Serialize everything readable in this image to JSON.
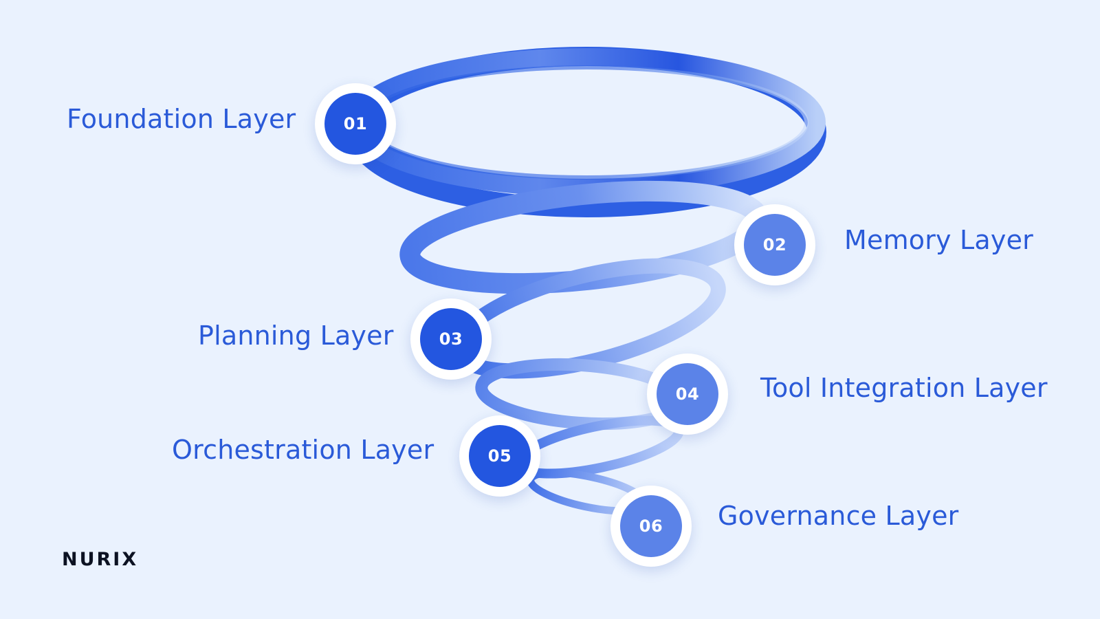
{
  "layers": [
    {
      "number": "01",
      "label": "Foundation Layer"
    },
    {
      "number": "02",
      "label": "Memory Layer"
    },
    {
      "number": "03",
      "label": "Planning Layer"
    },
    {
      "number": "04",
      "label": "Tool Integration Layer"
    },
    {
      "number": "05",
      "label": "Orchestration Layer"
    },
    {
      "number": "06",
      "label": "Governance Layer"
    }
  ],
  "brand": {
    "name": "NURIX"
  },
  "colors": {
    "background": "#eaf2fe",
    "primary": "#2356e0",
    "secondary": "#5b83e8",
    "text": "#2a5ad8",
    "brand_text": "#0c1222"
  },
  "icons": {
    "spiral": "spiral-funnel-graphic"
  }
}
